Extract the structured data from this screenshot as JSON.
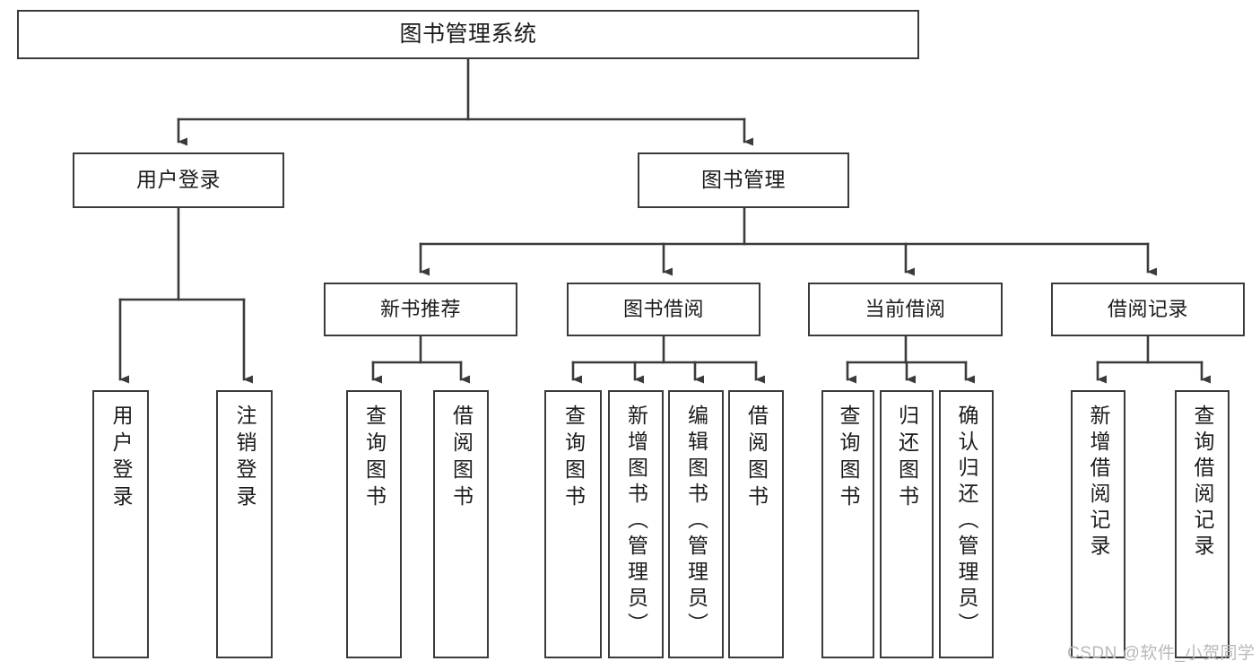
{
  "diagram": {
    "type": "tree-hierarchy",
    "title": "图书管理系统",
    "orientation": "top-down",
    "colors": {
      "box_border": "#3b3b3b",
      "box_fill": "#ffffff",
      "connector": "#3b3b3b",
      "text": "#1b1b1b",
      "watermark": "#b9b9b9",
      "background": "#ffffff"
    },
    "nodes": {
      "root": {
        "label": "图书管理系统"
      },
      "level2": [
        {
          "id": "user-login",
          "label": "用户登录"
        },
        {
          "id": "book-management",
          "label": "图书管理"
        }
      ],
      "level3": [
        {
          "id": "new-book-recommend",
          "label": "新书推荐"
        },
        {
          "id": "book-borrow",
          "label": "图书借阅"
        },
        {
          "id": "current-borrow",
          "label": "当前借阅"
        },
        {
          "id": "borrow-record",
          "label": "借阅记录"
        }
      ],
      "leaves": {
        "user_login": [
          {
            "id": "leaf-user-login",
            "label": "用户登录"
          },
          {
            "id": "leaf-logout-login",
            "label": "注销登录"
          }
        ],
        "new_book_recommend": [
          {
            "id": "leaf-query-book-1",
            "label": "查询图书"
          },
          {
            "id": "leaf-borrow-book-1",
            "label": "借阅图书"
          }
        ],
        "book_borrow": [
          {
            "id": "leaf-query-book-2",
            "label": "查询图书"
          },
          {
            "id": "leaf-add-book-admin",
            "label": "新增图书（管理员）"
          },
          {
            "id": "leaf-edit-book-admin",
            "label": "编辑图书（管理员）"
          },
          {
            "id": "leaf-borrow-book-2",
            "label": "借阅图书"
          }
        ],
        "current_borrow": [
          {
            "id": "leaf-query-book-3",
            "label": "查询图书"
          },
          {
            "id": "leaf-return-book",
            "label": "归还图书"
          },
          {
            "id": "leaf-confirm-return-admin",
            "label": "确认归还（管理员）"
          }
        ],
        "borrow_record": [
          {
            "id": "leaf-add-borrow-record",
            "label": "新增借阅记录"
          },
          {
            "id": "leaf-query-borrow-record",
            "label": "查询借阅记录"
          }
        ]
      }
    },
    "watermark": "CSDN @软件_小贺同学"
  }
}
